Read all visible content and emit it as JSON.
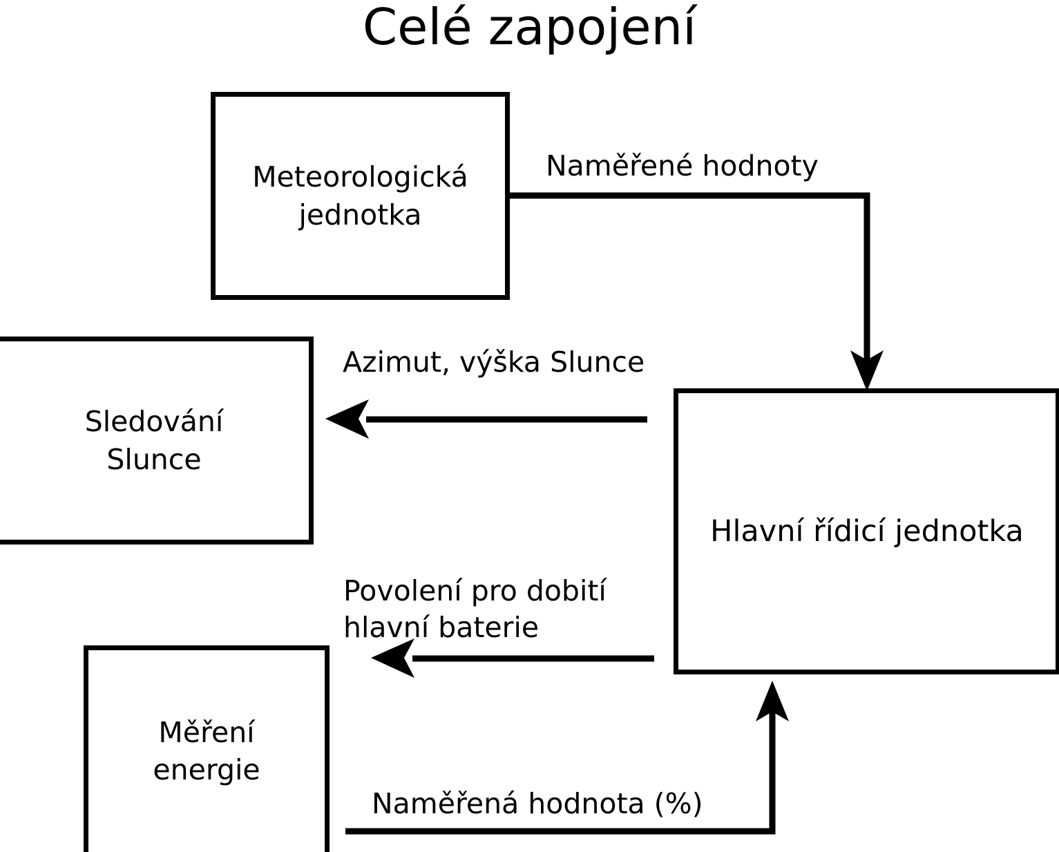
{
  "title": "Celé zapojení",
  "diagram": {
    "type": "block-diagram",
    "nodes": [
      {
        "id": "meteo",
        "label": "Meteorologická\njednotka"
      },
      {
        "id": "sun",
        "label": "Sledování\nSlunce"
      },
      {
        "id": "main",
        "label": "Hlavní řídicí jednotka"
      },
      {
        "id": "energy",
        "label": "Měření\nenergie"
      }
    ],
    "edges": [
      {
        "id": "measured-values",
        "from": "meteo",
        "to": "main",
        "label": "Naměřené hodnoty",
        "style": "elbow-right-down"
      },
      {
        "id": "azimuth",
        "from": "main",
        "to": "sun",
        "label": "Azimut, výška Slunce",
        "style": "straight-left"
      },
      {
        "id": "permission",
        "from": "main",
        "to": "energy",
        "label": "Povolení pro dobití\nhlavní baterie",
        "style": "straight-left"
      },
      {
        "id": "measured-percent",
        "from": "energy",
        "to": "main",
        "label": "Naměřená hodnota (%)",
        "style": "elbow-right-up"
      }
    ],
    "colors": {
      "stroke": "#000000",
      "fill": "#ffffff",
      "text": "#000000"
    }
  }
}
